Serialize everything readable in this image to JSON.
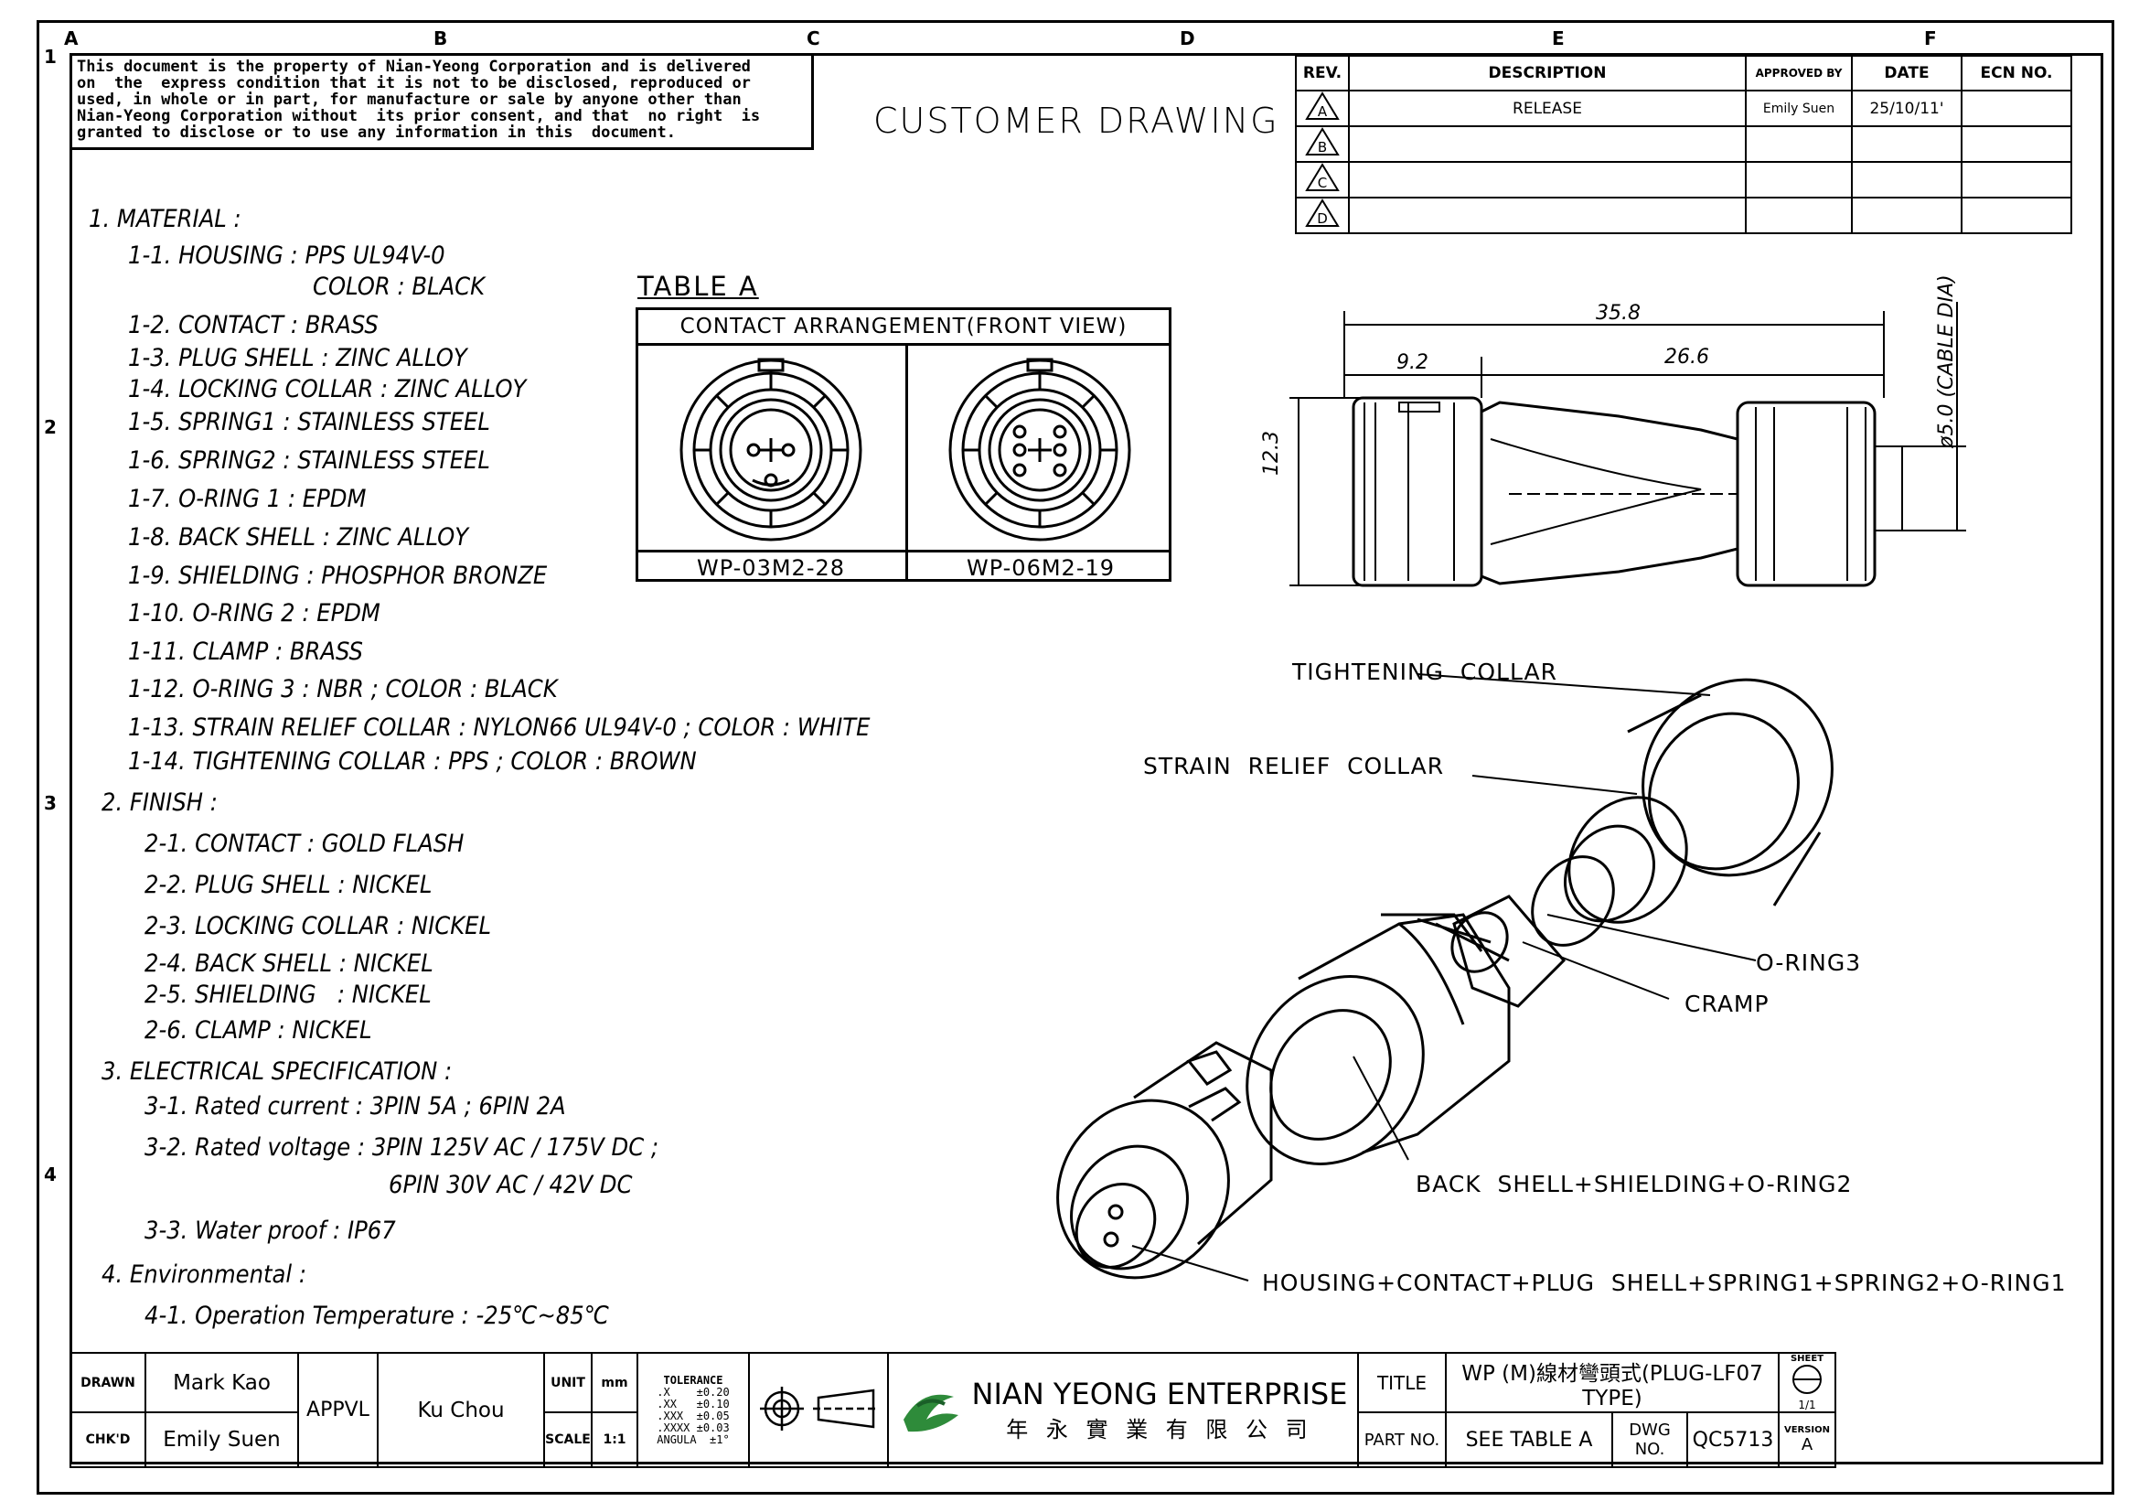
{
  "zones": {
    "cols": [
      "A",
      "B",
      "C",
      "D",
      "E",
      "F"
    ],
    "rows": [
      "1",
      "2",
      "3",
      "4"
    ]
  },
  "notice": "This document is the property of Nian-Yeong Corporation and is delivered\non  the  express condition that it is not to be disclosed, reproduced or\nused, in whole or in part, for manufacture or sale by anyone other than\nNian-Yeong Corporation without  its prior consent, and that  no right  is\ngranted to disclose or to use any information in this  document.",
  "drawing_title": "CUSTOMER  DRAWING",
  "revision_table": {
    "headers": [
      "REV.",
      "DESCRIPTION",
      "APPROVED BY",
      "DATE",
      "ECN NO."
    ],
    "rows": [
      {
        "rev": "A",
        "description": "RELEASE",
        "approved": "Emily Suen",
        "date": "25/10/11'",
        "ecn": ""
      },
      {
        "rev": "B",
        "description": "",
        "approved": "",
        "date": "",
        "ecn": ""
      },
      {
        "rev": "C",
        "description": "",
        "approved": "",
        "date": "",
        "ecn": ""
      },
      {
        "rev": "D",
        "description": "",
        "approved": "",
        "date": "",
        "ecn": ""
      }
    ]
  },
  "specs": [
    "1. MATERIAL :",
    "1-1. HOUSING : PPS UL94V-0",
    "COLOR : BLACK",
    "1-2. CONTACT : BRASS",
    "1-3. PLUG SHELL : ZINC ALLOY",
    "1-4. LOCKING COLLAR : ZINC ALLOY",
    "1-5. SPRING1 : STAINLESS STEEL",
    "1-6. SPRING2 : STAINLESS STEEL",
    "1-7. O-RING 1 : EPDM",
    "1-8. BACK SHELL : ZINC ALLOY",
    "1-9. SHIELDING : PHOSPHOR BRONZE",
    "1-10. O-RING 2 : EPDM",
    "1-11. CLAMP : BRASS",
    "1-12. O-RING 3 : NBR ; COLOR : BLACK",
    "1-13. STRAIN RELIEF COLLAR : NYLON66 UL94V-0 ; COLOR : WHITE",
    "1-14. TIGHTENING COLLAR : PPS ; COLOR : BROWN",
    "2. FINISH :",
    "2-1. CONTACT : GOLD FLASH",
    "2-2. PLUG SHELL : NICKEL",
    "2-3. LOCKING COLLAR : NICKEL",
    "2-4. BACK SHELL : NICKEL",
    "2-5. SHIELDING   : NICKEL",
    "2-6. CLAMP : NICKEL",
    "3. ELECTRICAL SPECIFICATION :",
    "3-1. Rated current : 3PIN 5A ; 6PIN 2A",
    "3-2. Rated voltage : 3PIN 125V AC / 175V DC ;",
    "6PIN 30V AC / 42V DC",
    "3-3. Water proof : IP67",
    "4. Environmental :",
    "4-1. Operation Temperature : -25℃~85℃"
  ],
  "table_a": {
    "title": "TABLE  A",
    "header": "CONTACT  ARRANGEMENT(FRONT  VIEW)",
    "left_label": "WP-03M2-28",
    "right_label": "WP-06M2-19"
  },
  "dimensions": {
    "overall": "35.8",
    "front": "9.2",
    "rear": "26.6",
    "height": "12.3",
    "cable": "ø5.0 (CABLE DIA)"
  },
  "callouts": {
    "tightening_collar": "TIGHTENING  COLLAR",
    "strain_relief": "STRAIN  RELIEF  COLLAR",
    "o_ring3": "O-RING3",
    "cramp": "CRAMP",
    "back_shell": "BACK  SHELL+SHIELDING+O-RING2",
    "housing": "HOUSING+CONTACT+PLUG  SHELL+SPRING1+SPRING2+O-RING1"
  },
  "title_block": {
    "drawn_label": "DRAWN",
    "drawn": "Mark Kao",
    "chkd_label": "CHK'D",
    "chkd": "Emily Suen",
    "appvl_label": "APPVL",
    "appvl": "Ku Chou",
    "unit_label": "UNIT",
    "unit": "mm",
    "scale_label": "SCALE",
    "scale": "1:1",
    "tolerance_label": "TOLERANCE",
    "tolerances": [
      ".X    ±0.20",
      ".XX   ±0.10",
      ".XXX  ±0.05",
      ".XXXX ±0.03",
      "ANGULA  ±1°"
    ],
    "company_en": "NIAN YEONG ENTERPRISE",
    "company_zh": "年 永 實 業 有 限 公 司",
    "title_label": "TITLE",
    "title": "WP (M)線材彎頭式(PLUG-LF07 TYPE)",
    "part_label": "PART NO.",
    "part": "SEE TABLE A",
    "dwg_label": "DWG NO.",
    "dwg": "QC5713",
    "sheet_label": "SHEET",
    "sheet": "1/1",
    "version_label": "VERSION",
    "version": "A"
  }
}
